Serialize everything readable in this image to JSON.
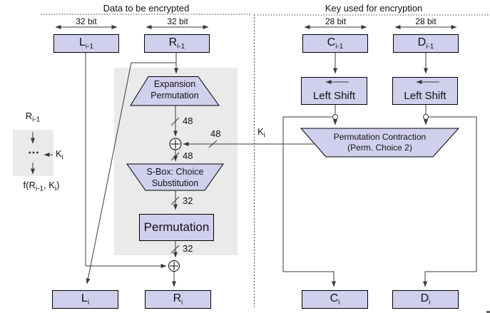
{
  "header": {
    "left_title": "Data to be encrypted",
    "right_title": "Key used for encryption"
  },
  "bit_widths": {
    "l": "32 bit",
    "r": "32 bit",
    "c": "28 bit",
    "d": "28 bit"
  },
  "registers": {
    "top": {
      "L": {
        "base": "L",
        "sub": "i-1"
      },
      "R": {
        "base": "R",
        "sub": "i-1"
      },
      "C": {
        "base": "C",
        "sub": "i-1"
      },
      "D": {
        "base": "D",
        "sub": "i-1"
      }
    },
    "bottom": {
      "L": {
        "base": "L",
        "sub": "i"
      },
      "R": {
        "base": "R",
        "sub": "i"
      },
      "C": {
        "base": "C",
        "sub": "i"
      },
      "D": {
        "base": "D",
        "sub": "i"
      }
    }
  },
  "legend": {
    "input": {
      "base": "R",
      "sub": "i-1"
    },
    "dots": "⋯",
    "key": {
      "base": "K",
      "sub": "i"
    },
    "output": {
      "p1": "f(R",
      "s1": "i-1",
      "p2": ", K",
      "s2": "i",
      "p3": ")"
    }
  },
  "f_function": {
    "expansion_line1": "Expansion",
    "expansion_line2": "Permutation",
    "sbox_line1": "S-Box: Choice",
    "sbox_line2": "Substitution",
    "permutation": "Permutation",
    "width_48_expansion": "48",
    "width_48_key": "48",
    "width_48_xor": "48",
    "width_32_sbox": "32",
    "width_32_permutation": "32"
  },
  "key_schedule": {
    "left_shift_c": "Left Shift",
    "left_shift_d": "Left Shift",
    "contraction_line1": "Permutation Contraction",
    "contraction_line2": "(Perm. Choice 2)",
    "subkey": {
      "base": "K",
      "sub": "i"
    }
  },
  "icons": {
    "xor": "⊕",
    "left_shift_arrow": "←",
    "ellipsis": "⋯"
  },
  "colors": {
    "box_fill": "#d0d0ee",
    "box_border": "#000000",
    "panel": "#eaeaea",
    "line": "#3a3a3a",
    "text": "#111111"
  }
}
